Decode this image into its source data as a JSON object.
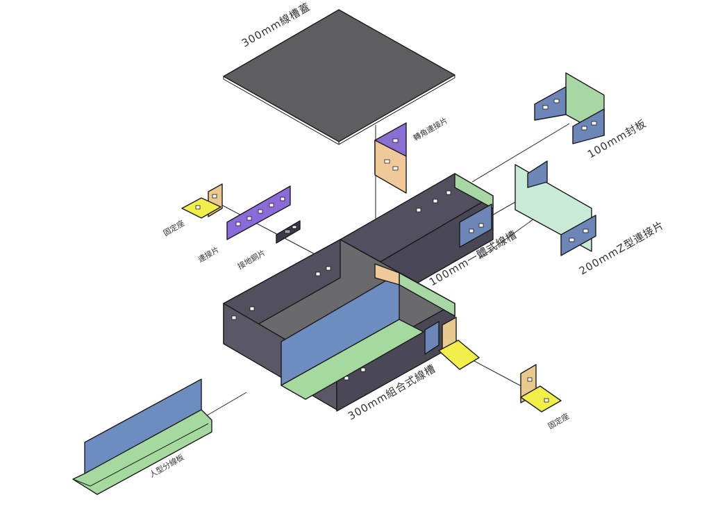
{
  "labels": {
    "cover": "300mm線槽蓋",
    "corner_plate": "轉角連接片",
    "end_plate": "100mm封板",
    "z_plate": "200mmZ型連接片",
    "fixing_seat_left": "固定座",
    "connector_plate": "連接片",
    "ground_strip": "接地銅片",
    "trough_100": "100mm一體式線槽",
    "trough_300": "300mm組合式線槽",
    "fixing_seat_right": "固定座",
    "divider": "人型分線板"
  },
  "colors": {
    "cover": "#5e5e60",
    "trough_body": "#52505e",
    "trough_floor": "#6a6a6c",
    "divider_blue": "#6d8cc0",
    "divider_green": "#a6d99f",
    "end_green": "#a8d7a4",
    "end_blue": "#6d86b8",
    "z_plate": "#c9ead6",
    "corner_tan": "#efc99a",
    "corner_purple": "#8a6fd3",
    "connector_purple": "#8a6bd9",
    "seat_yellow": "#f2ee4a",
    "seat_tan": "#e9c98e",
    "ground_strip": "#3a3a48"
  }
}
